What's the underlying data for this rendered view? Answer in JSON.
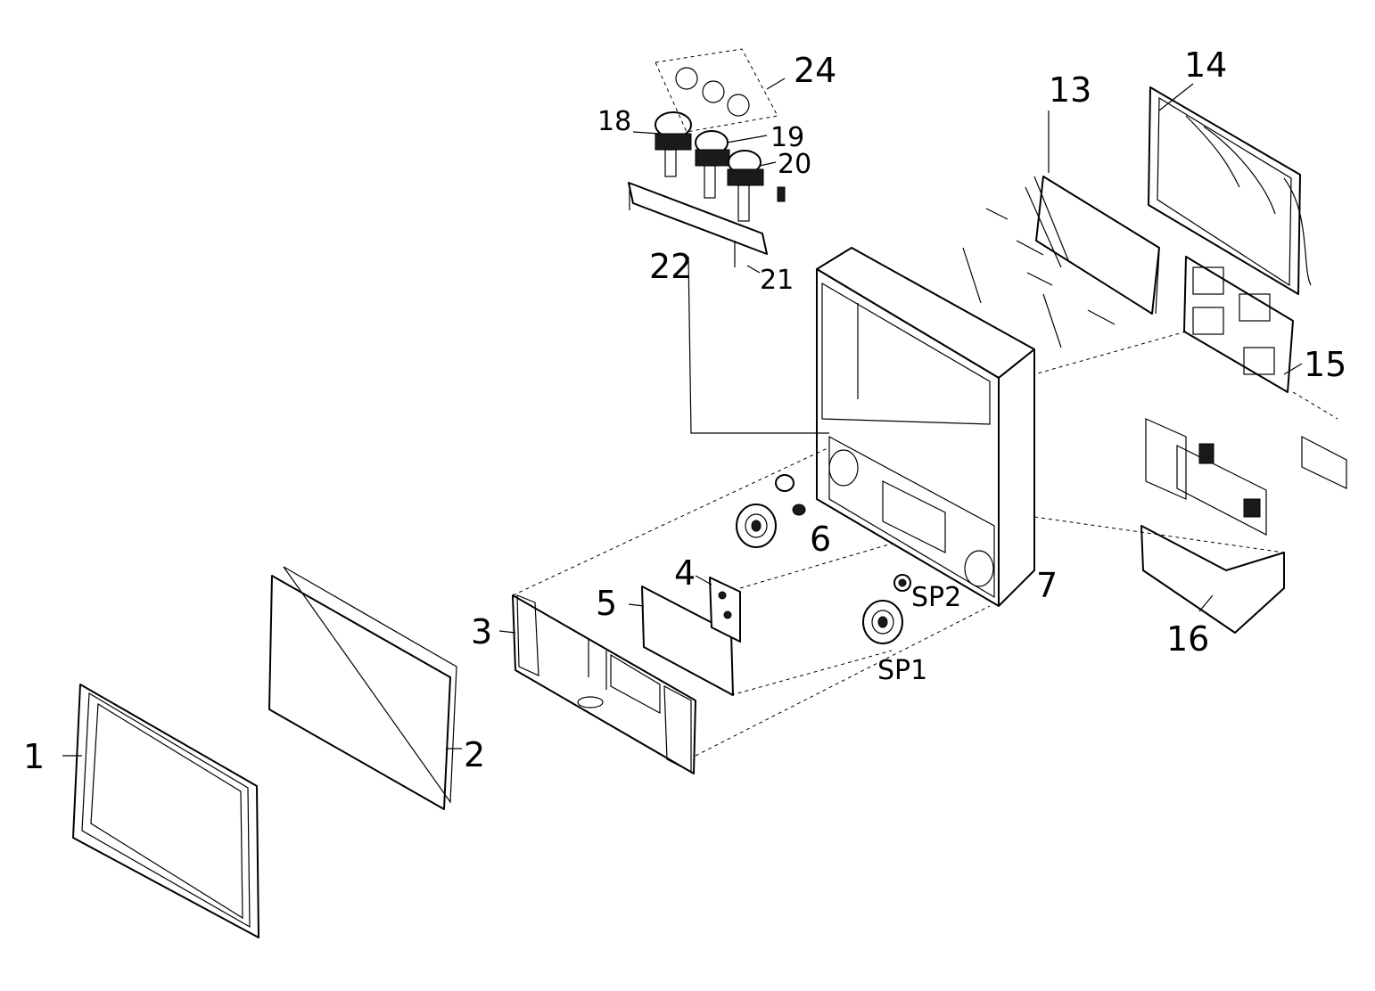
{
  "callouts": {
    "c1": "1",
    "c2": "2",
    "c3": "3",
    "c4": "4",
    "c5": "5",
    "c6": "6",
    "c7": "7",
    "c13": "13",
    "c14": "14",
    "c15": "15",
    "c16": "16",
    "c18": "18",
    "c19": "19",
    "c20": "20",
    "c21": "21",
    "c22": "22",
    "c24": "24",
    "csp1": "SP1",
    "csp2": "SP2"
  }
}
